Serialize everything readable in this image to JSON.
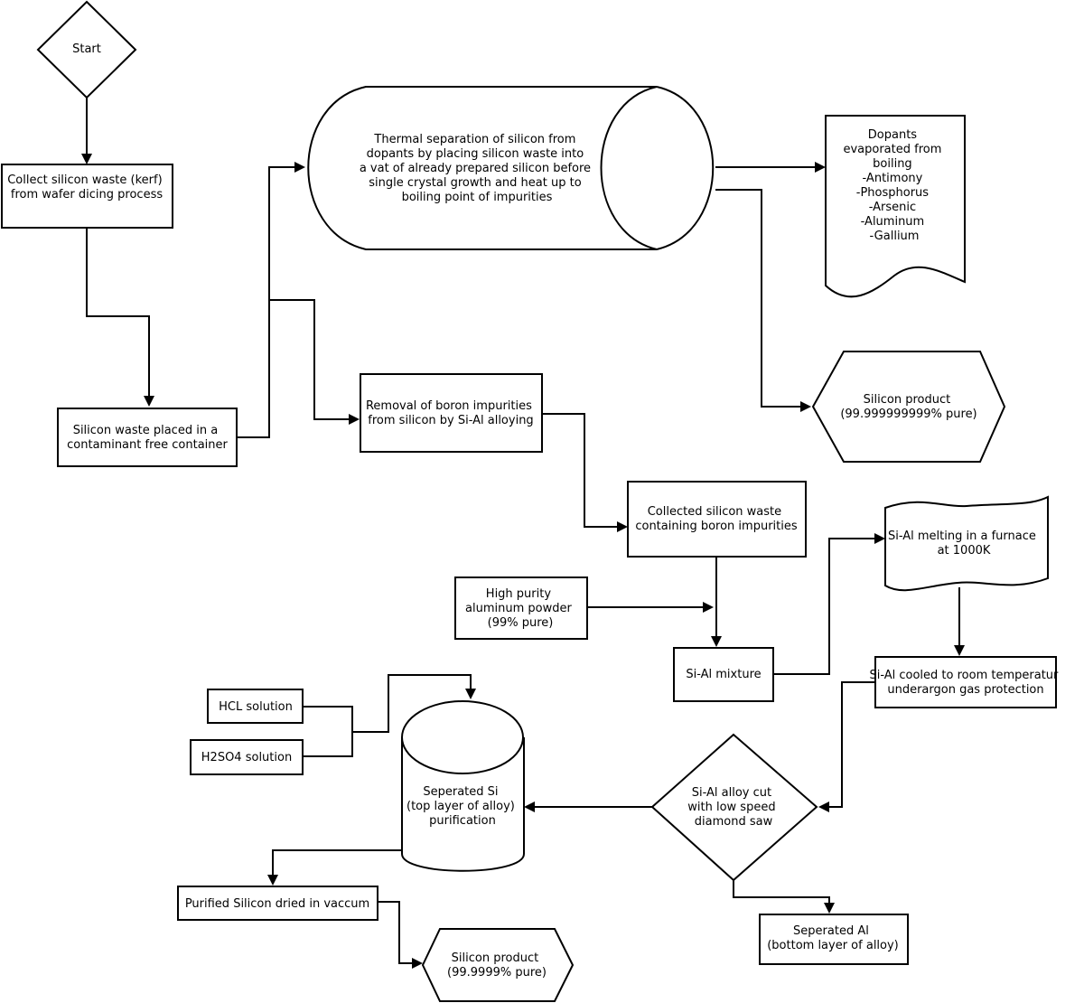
{
  "nodes": {
    "start": [
      "Start"
    ],
    "collect": [
      "Collect silicon waste (kerf)",
      "from wafer dicing process"
    ],
    "container": [
      "Silicon waste placed in a",
      "contaminant free container"
    ],
    "thermal": [
      "Thermal separation of silicon from",
      "dopants by placing silicon waste into",
      "a vat of already prepared silicon before",
      "single crystal growth and heat up to",
      "boiling point of impurities"
    ],
    "dopants": [
      "Dopants",
      "evaporated from",
      "boiling",
      "-Antimony",
      "-Phosphorus",
      "-Arsenic",
      "-Aluminum",
      "-Gallium"
    ],
    "product1": [
      "Silicon product",
      "(99.999999999% pure)"
    ],
    "boron": [
      "Removal of boron impurities",
      "from silicon by Si-Al alloying"
    ],
    "collected": [
      "Collected silicon waste",
      "containing boron impurities"
    ],
    "aluminum": [
      "High purity",
      "aluminum powder",
      "(99% pure)"
    ],
    "mixture": [
      "Si-Al mixture"
    ],
    "melting": [
      "Si-Al melting in a furnace",
      "at 1000K"
    ],
    "cooled": [
      "Si-Al cooled to room temperatur",
      "underargon gas protection"
    ],
    "cut": [
      "Si-Al alloy cut",
      "with low speed",
      "diamond saw"
    ],
    "sep_al": [
      "Seperated Al",
      "(bottom layer of alloy)"
    ],
    "sep_si": [
      "Seperated Si",
      "(top layer of alloy)",
      "purification"
    ],
    "hcl": [
      "HCL solution"
    ],
    "h2so4": [
      "H2SO4 solution"
    ],
    "dried": [
      "Purified Silicon dried in vaccum"
    ],
    "product2": [
      "Silicon product",
      "(99.9999% pure)"
    ]
  }
}
